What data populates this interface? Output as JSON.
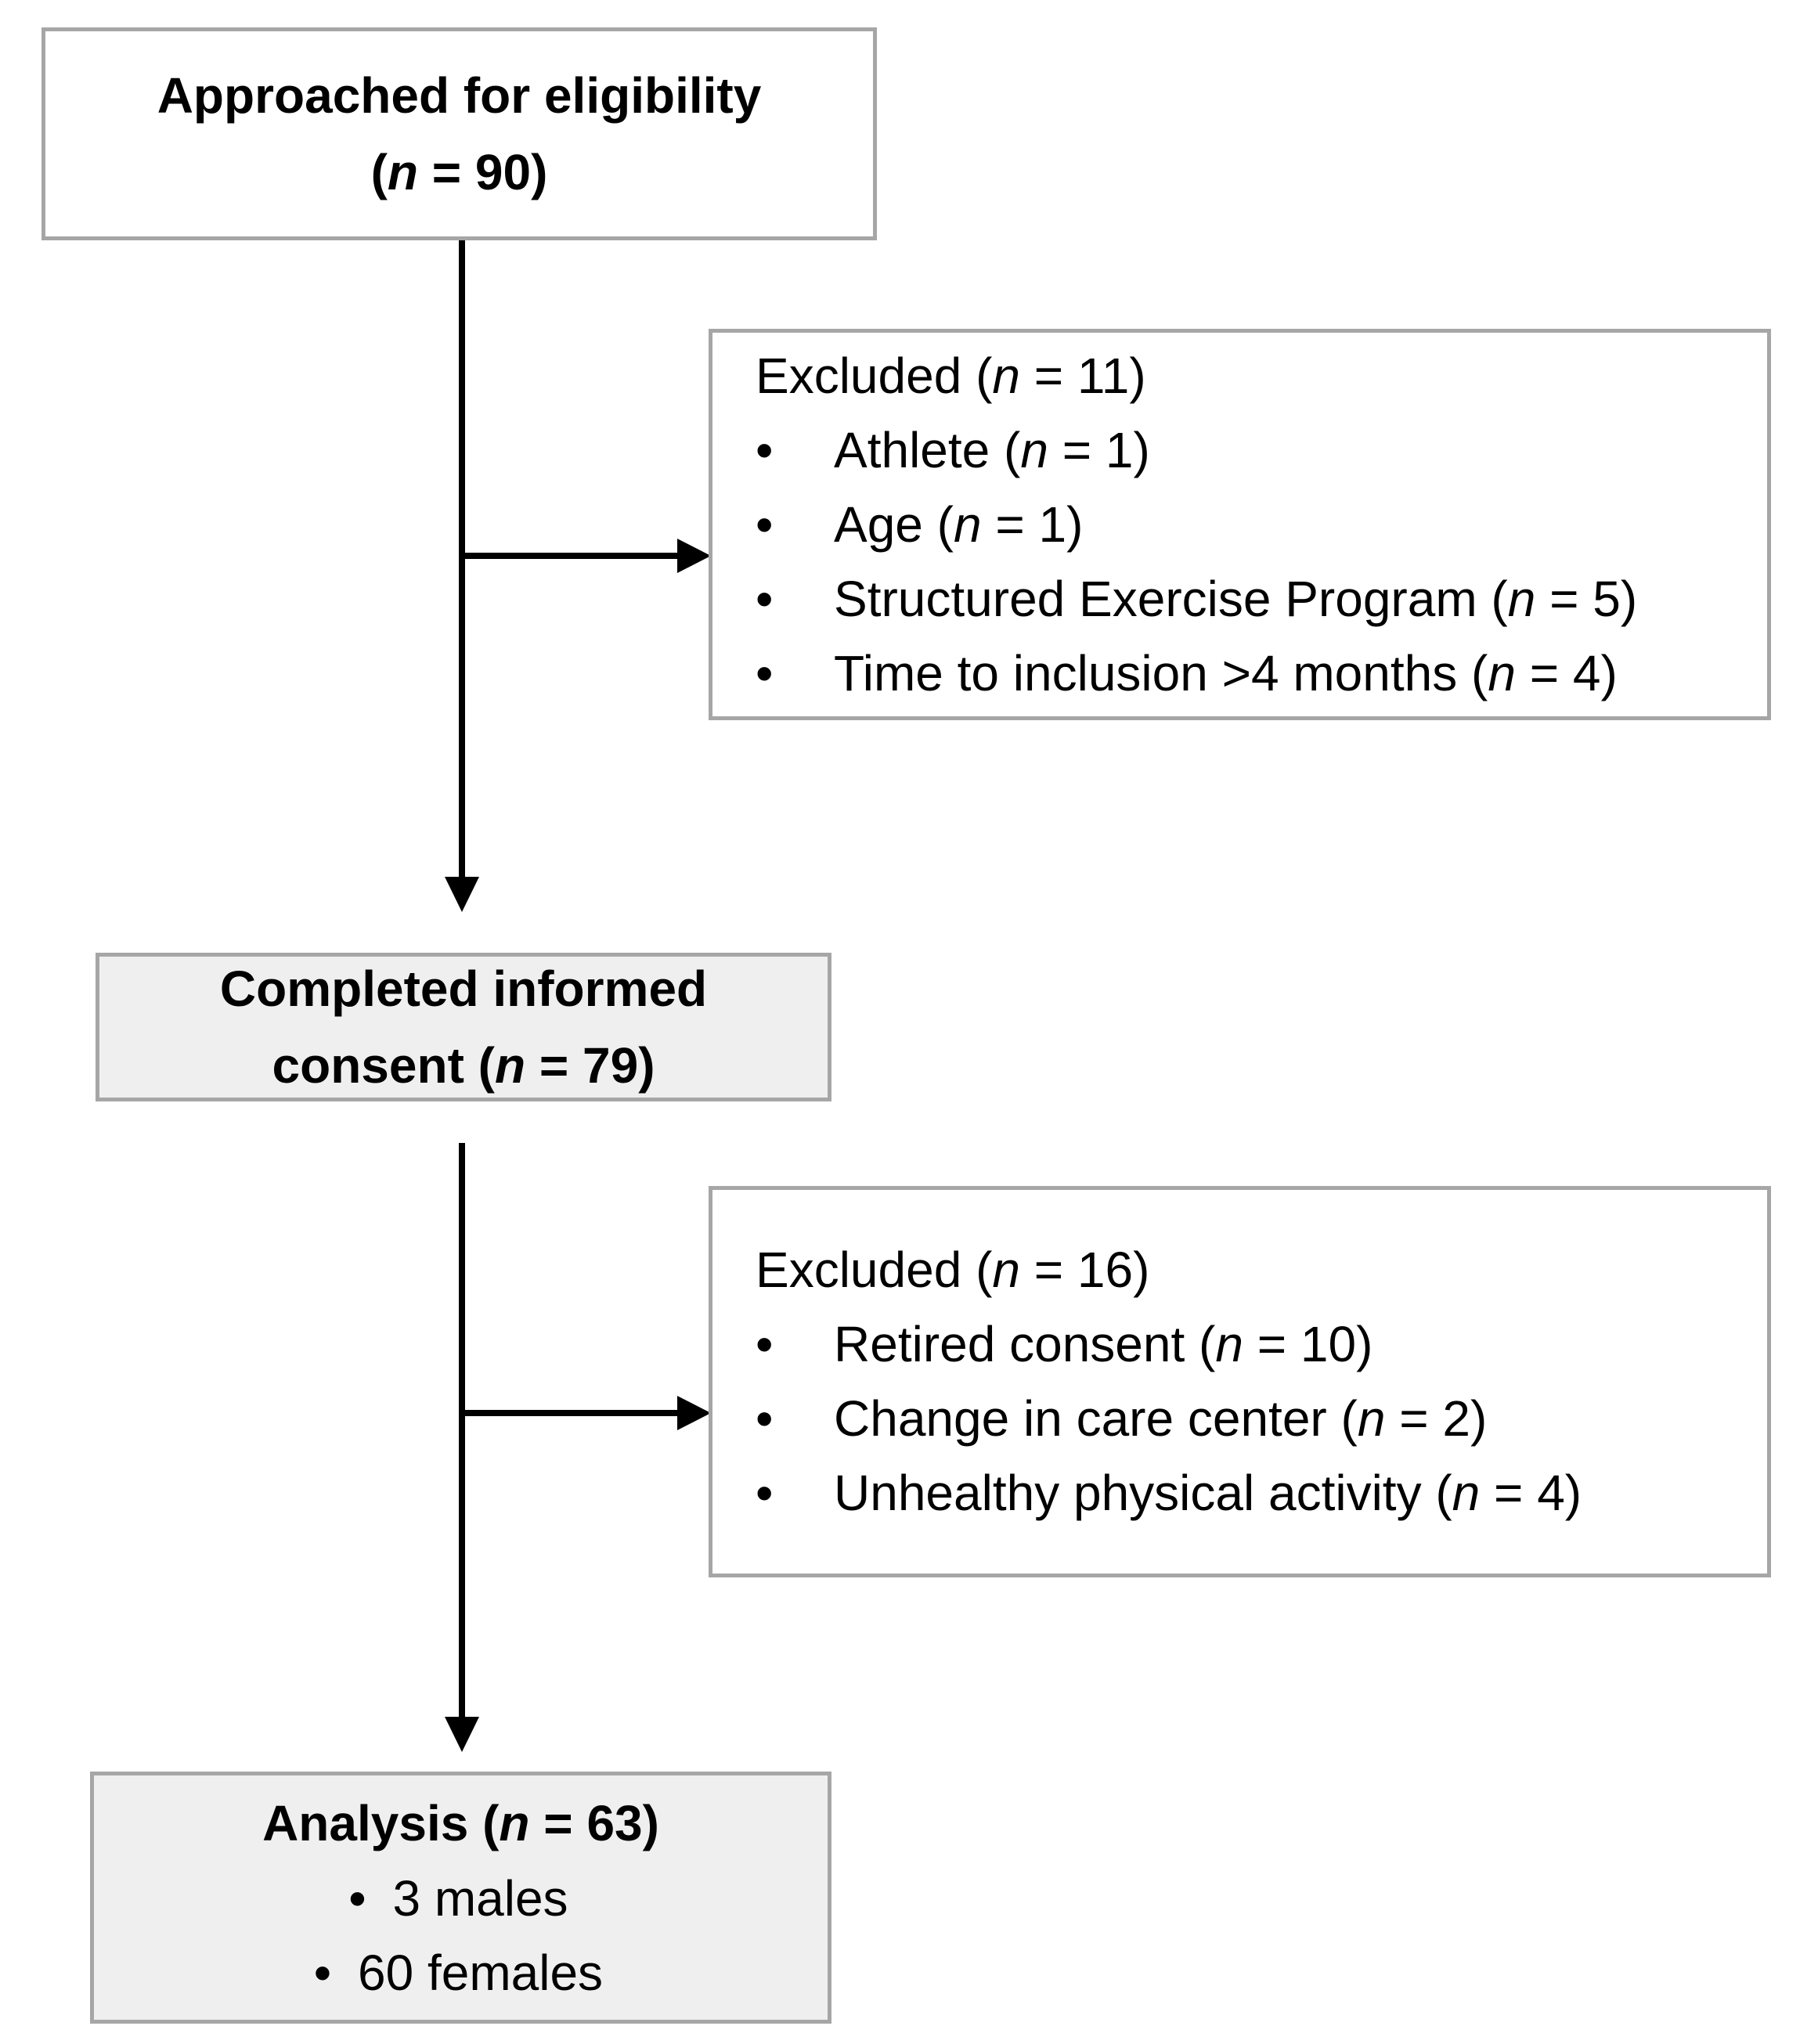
{
  "boxes": {
    "approached": {
      "label": "Approached for eligibility",
      "n_prefix": "(",
      "n_symbol": "n",
      "n_value": " = 90)"
    },
    "excluded1": {
      "head_label": "Excluded (",
      "n_symbol": "n",
      "head_value": " = 11)",
      "items": [
        {
          "bullet": "•",
          "label": "Athlete (",
          "value": " = 1)"
        },
        {
          "bullet": "•",
          "label": "Age (",
          "value": " = 1)"
        },
        {
          "bullet": "•",
          "label": "Structured Exercise Program (",
          "value": " = 5)"
        },
        {
          "bullet": "•",
          "label": "Time to inclusion >4 months (",
          "value": " = 4)"
        }
      ]
    },
    "consent": {
      "line1": "Completed informed",
      "line2_label": "consent (",
      "n_symbol": "n",
      "n_value": " = 79)"
    },
    "excluded2": {
      "head_label": "Excluded (",
      "n_symbol": "n",
      "head_value": " = 16)",
      "items": [
        {
          "bullet": "•",
          "label": "Retired consent (",
          "value": " = 10)"
        },
        {
          "bullet": "•",
          "label": "Change in care center (",
          "value": " = 2)"
        },
        {
          "bullet": "•",
          "label": "Unhealthy physical activity (",
          "value": " = 4)"
        }
      ]
    },
    "analysis": {
      "title_label": "Analysis (",
      "n_symbol": "n",
      "title_value": " = 63)",
      "items": [
        {
          "bullet": "•",
          "label": "3 males"
        },
        {
          "bullet": "•",
          "label": "60 females"
        }
      ]
    }
  },
  "colors": {
    "box_border": "#a6a6a6",
    "shaded_fill": "#efefef",
    "line": "#000000"
  }
}
